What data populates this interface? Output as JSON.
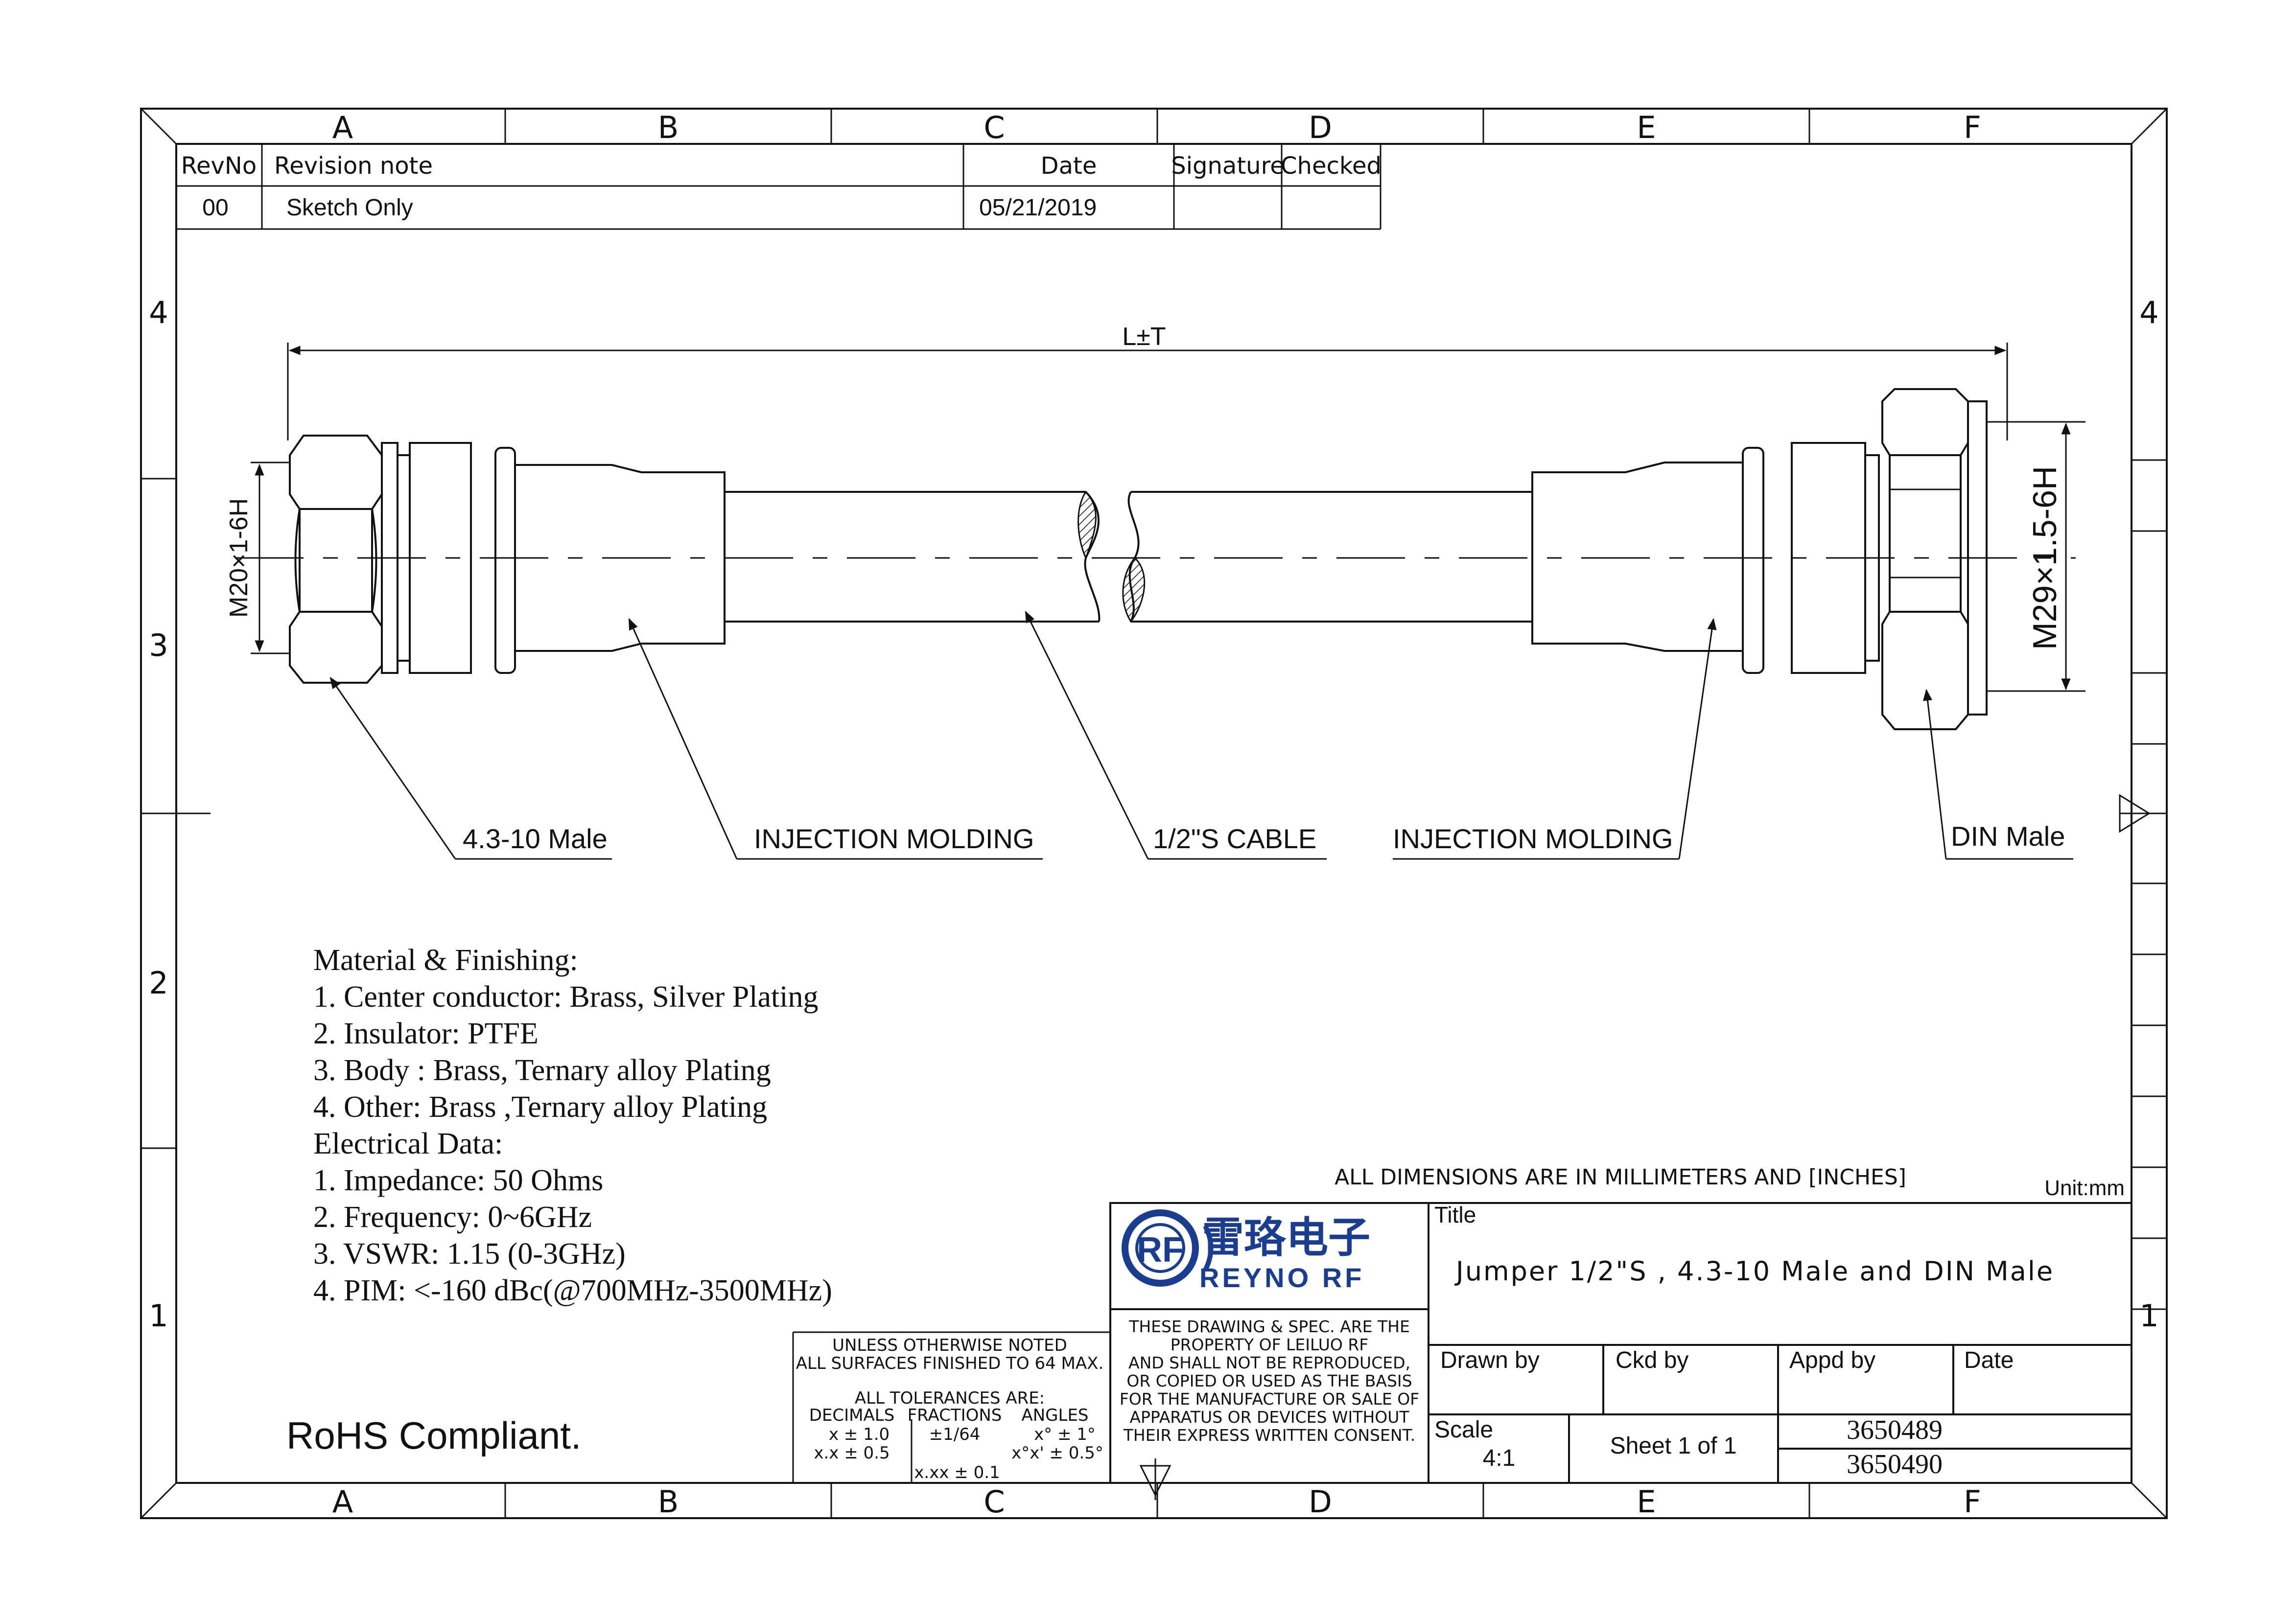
{
  "border": {
    "columns": [
      "A",
      "B",
      "C",
      "D",
      "E",
      "F"
    ],
    "rows": [
      "4",
      "3",
      "2",
      "1"
    ]
  },
  "revision_table": {
    "headers": [
      "RevNo",
      "Revision note",
      "Date",
      "Signature",
      "Checked"
    ],
    "rows": [
      {
        "rev": "00",
        "note": "Sketch Only",
        "date": "05/21/2019",
        "signature": "",
        "checked": ""
      }
    ]
  },
  "drawing": {
    "overall_length_label": "L±T",
    "left_thread_label": "M20×1-6H",
    "right_thread_label": "M29×1.5-6H",
    "callouts": {
      "left_connector": "4.3-10 Male",
      "left_molding": "INJECTION MOLDING",
      "cable": "1/2\"S  CABLE",
      "right_molding": "INJECTION MOLDING",
      "right_connector": "DIN Male"
    }
  },
  "specs": {
    "lines": [
      "Material & Finishing:",
      "1. Center conductor: Brass, Silver Plating",
      "2. Insulator: PTFE",
      "3. Body : Brass, Ternary alloy  Plating",
      "4. Other: Brass ,Ternary alloy Plating",
      "Electrical Data:",
      "1. Impedance: 50 Ohms",
      "2. Frequency: 0~6GHz",
      "3. VSWR:  1.15 (0-3GHz)",
      "4. PIM: <-160 dBc(@700MHz-3500MHz)"
    ]
  },
  "rohs": "RoHS Compliant.",
  "dimensions_note": "ALL DIMENSIONS ARE IN MILLIMETERS AND [INCHES]",
  "unit": "Unit:mm",
  "tolerances": {
    "line1": "UNLESS OTHERWISE NOTED",
    "line2": "ALL SURFACES FINISHED TO 64 MAX.",
    "line3": "ALL TOLERANCES ARE:",
    "decimals_header": "DECIMALS",
    "fractions_header": "FRACTIONS",
    "angles_header": "ANGLES",
    "dec1": "x  ±  1.0",
    "dec2": "x.x  ±  0.5",
    "frac1": "±1/64",
    "frac2": "x.xx  ±  0.1",
    "ang1": "x°  ±  1°",
    "ang2": "x°x'  ±  0.5°"
  },
  "company": {
    "name_cn": "雷珞电子",
    "name_en": "REYNO RF",
    "logo_letters": "RF",
    "brand_color": "#1a3d8f",
    "property_lines": [
      "THESE DRAWING & SPEC. ARE THE",
      "PROPERTY OF LEILUO RF",
      "AND SHALL NOT BE REPRODUCED,",
      "OR COPIED OR USED AS THE BASIS",
      "FOR THE MANUFACTURE OR SALE OF",
      "APPARATUS OR DEVICES WITHOUT",
      "THEIR EXPRESS WRITTEN CONSENT."
    ]
  },
  "title_block": {
    "title_label": "Title",
    "title": "Jumper 1/2\"S , 4.3-10 Male and DIN Male",
    "drawn_by_label": "Drawn by",
    "ckd_by_label": "Ckd by",
    "appd_by_label": "Appd by",
    "date_label": "Date",
    "scale_label": "Scale",
    "scale_value": "4:1",
    "sheet": "Sheet 1 of 1",
    "part_number_1": "3650489",
    "part_number_2": "3650490"
  }
}
